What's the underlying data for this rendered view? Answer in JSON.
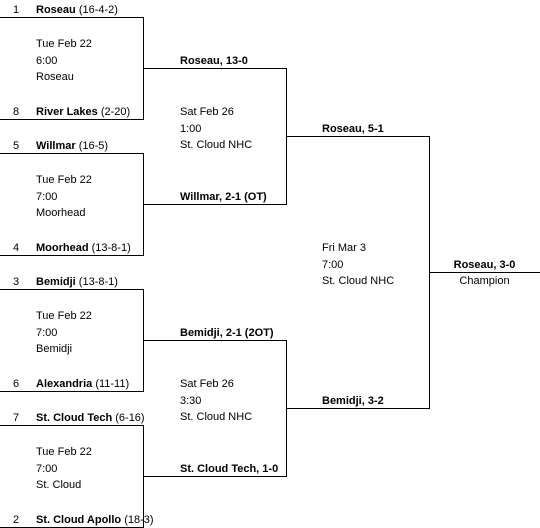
{
  "round1": [
    {
      "top": {
        "seed": "1",
        "team": "Roseau",
        "record": "(16-4-2)"
      },
      "bottom": {
        "seed": "8",
        "team": "River Lakes",
        "record": "(2-20)"
      },
      "date": "Tue Feb 22",
      "time": "6:00",
      "site": "Roseau"
    },
    {
      "top": {
        "seed": "5",
        "team": "Willmar",
        "record": "(16-5)"
      },
      "bottom": {
        "seed": "4",
        "team": "Moorhead",
        "record": "(13-8-1)"
      },
      "date": "Tue Feb 22",
      "time": "7:00",
      "site": "Moorhead"
    },
    {
      "top": {
        "seed": "3",
        "team": "Bemidji",
        "record": "(13-8-1)"
      },
      "bottom": {
        "seed": "6",
        "team": "Alexandria",
        "record": "(11-11)"
      },
      "date": "Tue Feb 22",
      "time": "7:00",
      "site": "Bemidji"
    },
    {
      "top": {
        "seed": "7",
        "team": "St. Cloud Tech",
        "record": "(6-16)"
      },
      "bottom": {
        "seed": "2",
        "team": "St. Cloud Apollo",
        "record": "(18-3)"
      },
      "date": "Tue Feb 22",
      "time": "7:00",
      "site": "St. Cloud"
    }
  ],
  "round2": [
    {
      "top_result": "Roseau, 13-0",
      "bottom_result": "Willmar, 2-1 (OT)",
      "date": "Sat Feb 26",
      "time": "1:00",
      "site": "St. Cloud NHC"
    },
    {
      "top_result": "Bemidji, 2-1 (2OT)",
      "bottom_result": "St. Cloud Tech, 1-0",
      "date": "Sat Feb 26",
      "time": "3:30",
      "site": "St. Cloud NHC"
    }
  ],
  "final": {
    "top_result": "Roseau, 5-1",
    "bottom_result": "Bemidji, 3-2",
    "date": "Fri Mar 3",
    "time": "7:00",
    "site": "St. Cloud NHC",
    "champion": "Roseau, 3-0",
    "champion_label": "Champion"
  }
}
